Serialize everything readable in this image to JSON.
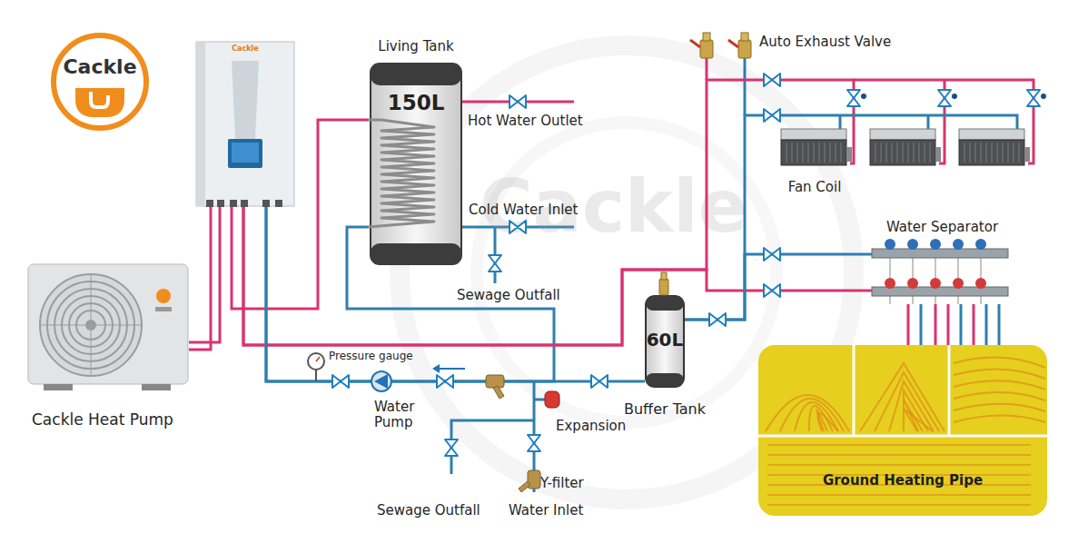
{
  "diagram": {
    "nodes": [
      {
        "text": [
          "Cackle"
        ]
      },
      {
        "text": [
          "Cackle"
        ]
      },
      {
        "text": [
          "Living Tank",
          "150L"
        ]
      },
      {
        "text": [
          "Fan Coil"
        ]
      },
      {
        "text": [
          "Water Separator"
        ]
      },
      {
        "text": [
          "Cackle Heat Pump"
        ]
      },
      {
        "text": [
          "60L",
          "Buffer Tank"
        ]
      },
      {
        "text": [
          "Ground Heating Pipe"
        ]
      }
    ],
    "edges": [
      {
        "from": 5,
        "to": 1,
        "arrow": "none"
      },
      {
        "from": 1,
        "to": 2,
        "arrow": "none"
      },
      {
        "from": 2,
        "to": 1,
        "arrow": "none"
      },
      {
        "from": 1,
        "to": 3,
        "arrow": "none"
      },
      {
        "from": 1,
        "to": 4,
        "arrow": "none"
      },
      {
        "from": 3,
        "to": 6,
        "arrow": "none"
      },
      {
        "from": 4,
        "to": 6,
        "arrow": "none"
      },
      {
        "from": 6,
        "to": 1,
        "arrow": "none"
      },
      {
        "from": 4,
        "to": 7,
        "arrow": "none"
      }
    ],
    "labels": [
      "Hot Water Outlet",
      "Cold Water Inlet",
      "Sewage Outfall",
      "Auto Exhaust Valve",
      "Pressure gauge",
      "Water Pump",
      "Expansion",
      "Y-filter",
      "Sewage Outfall",
      "Water Inlet",
      "Cackle"
    ]
  }
}
